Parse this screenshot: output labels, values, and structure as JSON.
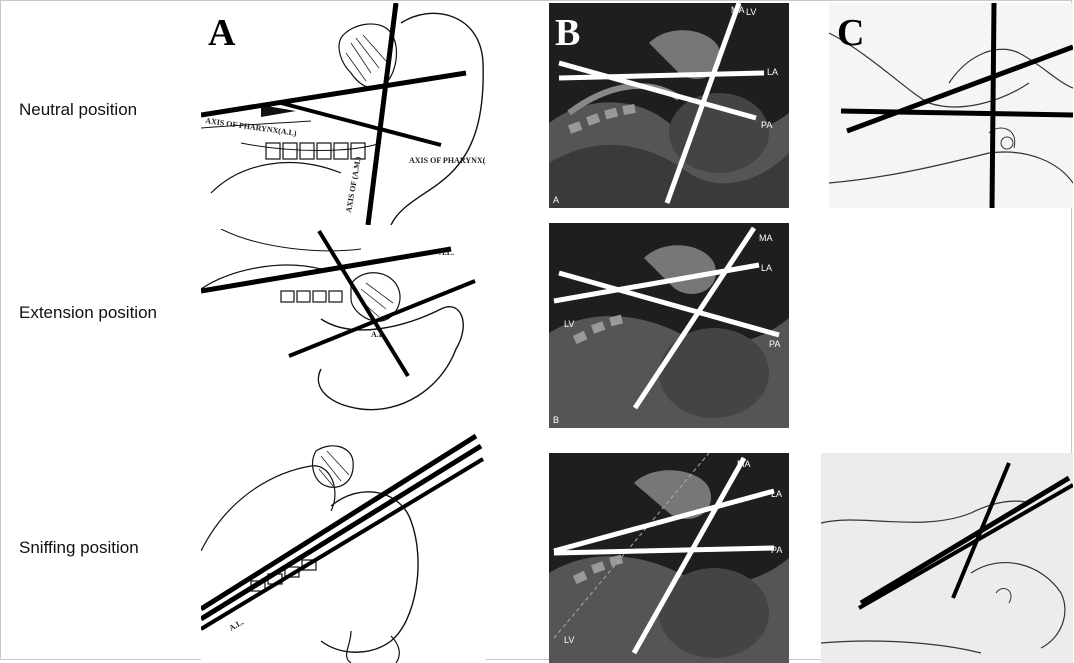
{
  "rows": [
    {
      "label": "Neutral position"
    },
    {
      "label": "Extension position"
    },
    {
      "label": "Sniffing position"
    }
  ],
  "columns": [
    {
      "letter": "A"
    },
    {
      "letter": "B"
    },
    {
      "letter": "C"
    }
  ],
  "drawing_labels": {
    "axis_of_pharynx_al": "AXIS OF PHARYNX(A.L)",
    "axis_of_pharynx_ap": "AXIS OF PHARYNX(A.P)",
    "axis_of_am": "AXIS OF (A.M.)",
    "al": "A.L.",
    "ap": "A.P."
  },
  "mri_labels": {
    "ma": "MA",
    "lv": "LV",
    "la": "LA",
    "pa": "PA",
    "panel_a": "A",
    "panel_b": "B"
  },
  "colors": {
    "axis_line_dark": "#000000",
    "axis_line_light": "#ffffff",
    "mri_background": "#1a1a1a",
    "border": "#c8c8c8"
  }
}
